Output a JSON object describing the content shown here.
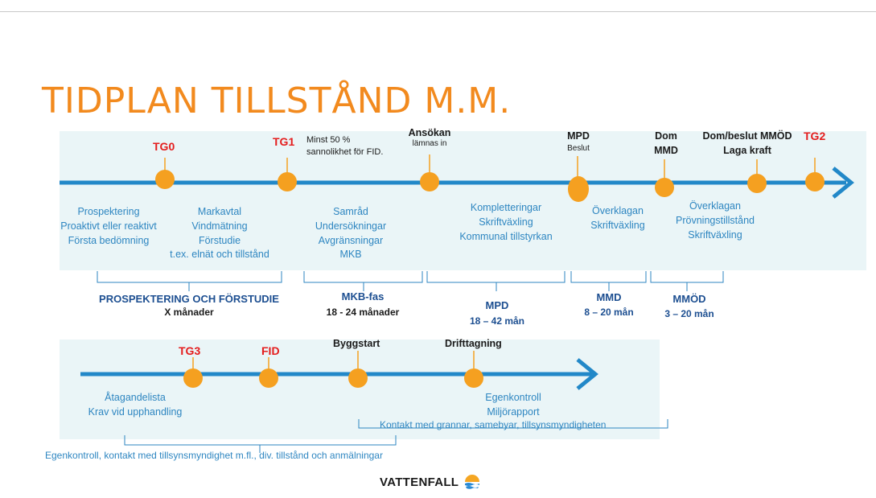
{
  "title": "TIDPLAN TILLSTÅND M.M.",
  "timeline1": {
    "gates": [
      {
        "label": "TG0"
      },
      {
        "label": "TG1"
      },
      {
        "label": "TG2"
      }
    ],
    "milestones": {
      "fid_note": "Minst 50 %\nsannolikhet för FID.",
      "ansokan": "Ansökan",
      "ansokan_sub": "lämnas in",
      "mpd": "MPD",
      "mpd_sub": "Beslut",
      "dom_mmd": "Dom\nMMD",
      "dom_mmod": "Dom/beslut MMÖD\nLaga kraft"
    },
    "activities": [
      "Prospektering\nProaktivt eller reaktivt\nFörsta bedömning",
      "Markavtal\nVindmätning\nFörstudie\nt.ex.  elnät och tillstånd",
      "Samråd\nUndersökningar\nAvgränsningar\nMKB",
      "Kompletteringar\nSkriftväxling\nKommunal tillstyrkan",
      "Överklagan\nSkriftväxling",
      "Överklagan\nPrövningstillstånd\nSkriftväxling"
    ],
    "phases": [
      {
        "name": "PROSPEKTERING OCH FÖRSTUDIE",
        "duration": "X månader"
      },
      {
        "name": "MKB-fas",
        "duration": "18 - 24 månader"
      },
      {
        "name": "MPD",
        "duration": "18 – 42 mån"
      },
      {
        "name": "MMD",
        "duration": "8 – 20 mån"
      },
      {
        "name": "MMÖD",
        "duration": "3 – 20 mån"
      }
    ]
  },
  "timeline2": {
    "gates": [
      {
        "label": "TG3"
      },
      {
        "label": "FID"
      }
    ],
    "milestones": {
      "byggstart": "Byggstart",
      "drifttagning": "Drifttagning"
    },
    "activities": [
      "Åtagandelista\nKrav vid upphandling",
      "Egenkontroll\nMiljörapport"
    ],
    "brackets": [
      "Kontakt med  grannar, samebyar, tillsynsmyndigheten",
      "Egenkontroll, kontakt med  tillsynsmyndighet m.fl., div. tillstånd och anmälningar"
    ]
  },
  "logo": {
    "text": "VATTENFALL"
  },
  "colors": {
    "accent": "#f28a1e",
    "line": "#2288c8",
    "gate": "#e41c1c",
    "text_blue": "#2e86c1",
    "panel": "#eaf5f7"
  }
}
